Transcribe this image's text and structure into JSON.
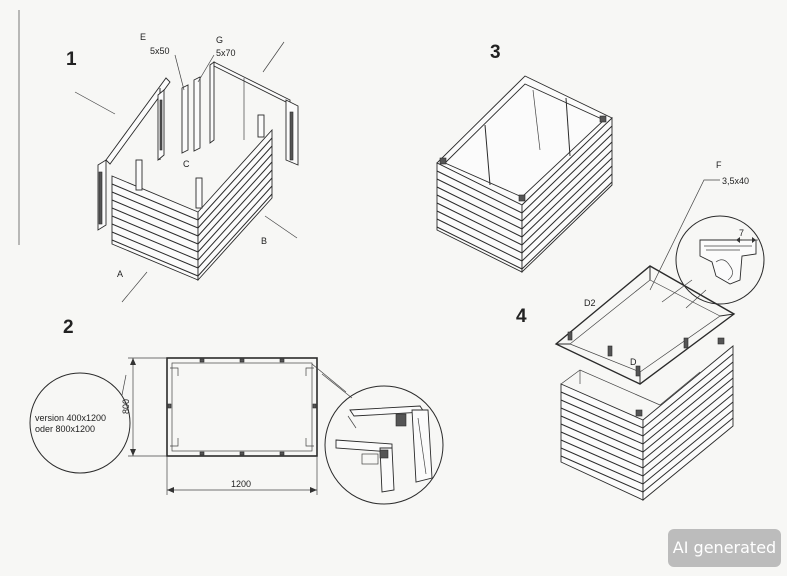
{
  "steps": [
    "1",
    "2",
    "3",
    "4"
  ],
  "labels": {
    "a": "A",
    "b": "B",
    "c": "C",
    "e": "E",
    "g": "G",
    "f": "F",
    "d": "D",
    "d2": "D2",
    "e_size": "5x50",
    "g_size": "5x70",
    "f_size": "3,5x40",
    "detail_gap": "7"
  },
  "dimensions": {
    "width": "1200",
    "height": "800"
  },
  "version_note": {
    "line1": "version 400x1200",
    "line2": "oder 800x1200"
  },
  "badge": "AI generated"
}
